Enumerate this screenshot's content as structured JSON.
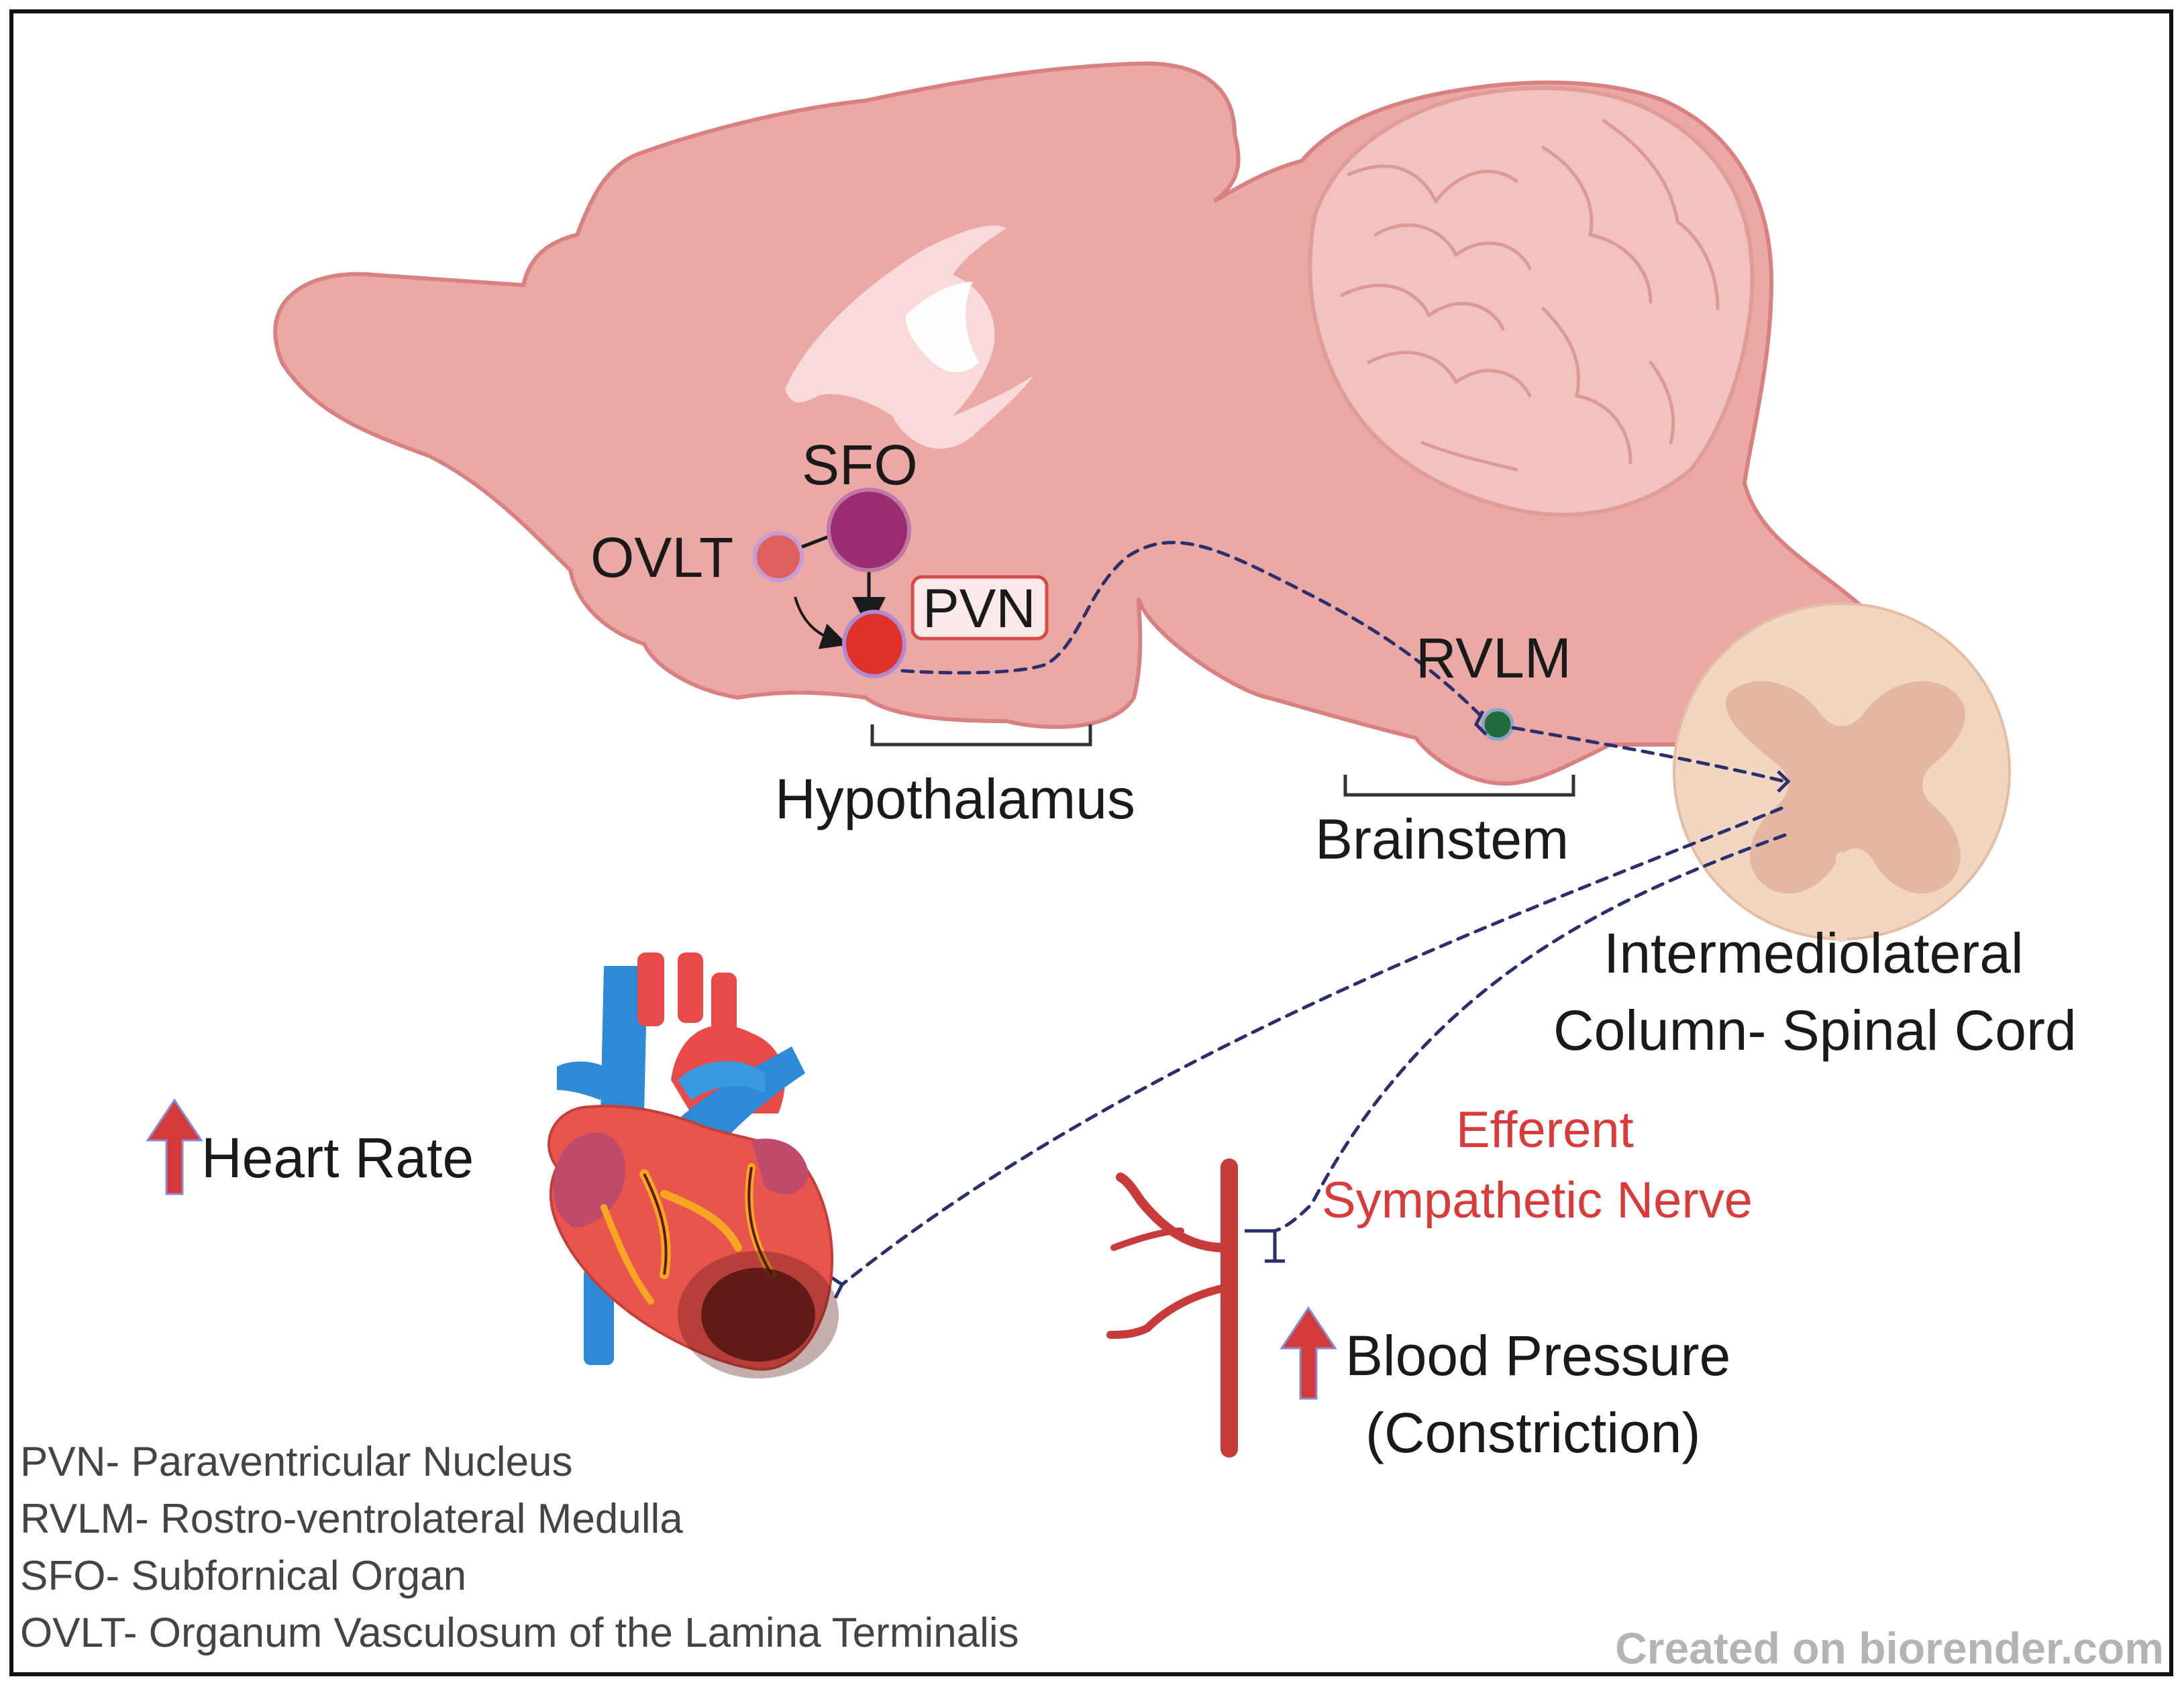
{
  "labels": {
    "sfo": "SFO",
    "ovlt": "OVLT",
    "pvn": "PVN",
    "rvlm": "RVLM",
    "hypothalamus": "Hypothalamus",
    "brainstem": "Brainstem",
    "iml_line1": "Intermediolateral",
    "iml_line2": "Column- Spinal Cord",
    "heart_rate": "Heart Rate",
    "efferent_line1": "Efferent",
    "efferent_line2": "Sympathetic Nerve",
    "bp_line1": "Blood Pressure",
    "bp_line2": "(Constriction)"
  },
  "legend": [
    "PVN- Paraventricular Nucleus",
    "RVLM- Rostro-ventrolateral Medulla",
    "SFO- Subfornical Organ",
    "OVLT- Organum Vasculosum of the Lamina Terminalis"
  ],
  "credit": "Created on biorender.com",
  "colors": {
    "brain": "#eba9a6",
    "brain_outline": "#d98080",
    "cerebellum": "#f2c2bf",
    "spinal_cord": "#f3d6c2",
    "spinal_grey": "#e3b7a1",
    "sfo": "#9a2d6f",
    "ovlt": "#e06060",
    "pvn": "#e0302a",
    "rvlm": "#1f6b3a",
    "nerve": "#2b2f6b",
    "arrow_up": "#d53a3a",
    "vessel": "#c73b3b",
    "text_red": "#d93a3a"
  }
}
